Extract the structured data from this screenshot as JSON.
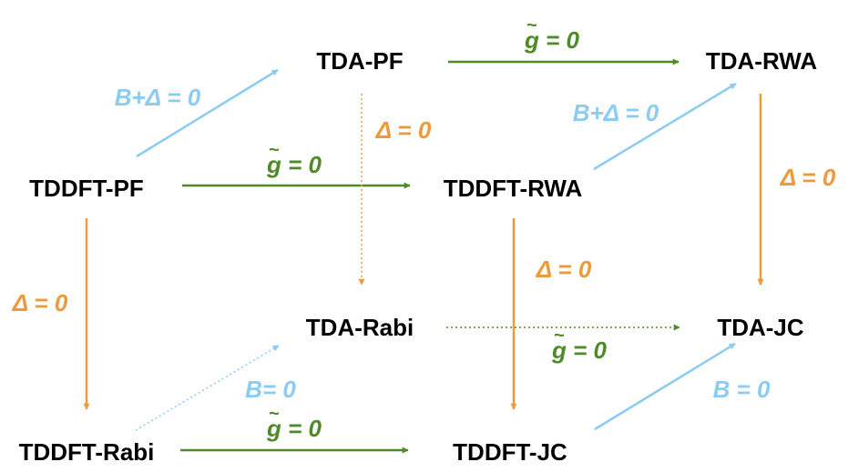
{
  "nodes": {
    "tda_pf": "TDA-PF",
    "tda_rwa": "TDA-RWA",
    "tddft_pf": "TDDFT-PF",
    "tddft_rwa": "TDDFT-RWA",
    "tda_rabi": "TDA-Rabi",
    "tda_jc": "TDA-JC",
    "tddft_rabi": "TDDFT-Rabi",
    "tddft_jc": "TDDFT-JC"
  },
  "labels": {
    "g_symbol": "g",
    "g_tilde": "~",
    "g_rest": " = 0",
    "delta_zero": "Δ = 0",
    "b_plus_delta_zero": "B+Δ = 0",
    "b_zero_tight": "B= 0",
    "b_zero": "B = 0"
  },
  "colors": {
    "green": "#4e8a27",
    "orange": "#ef9a3a",
    "blue": "#8ccbf2",
    "text": "#000000"
  }
}
